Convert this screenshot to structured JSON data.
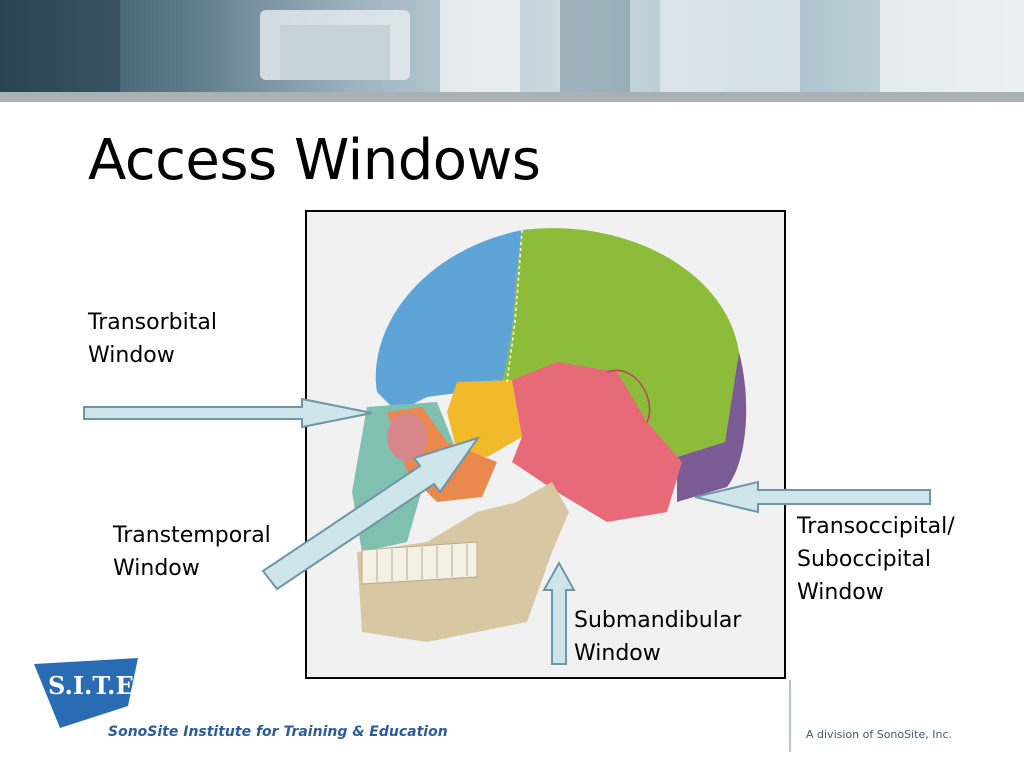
{
  "slide": {
    "title": "Access Windows"
  },
  "labels": {
    "transorbital": [
      "Transorbital",
      "Window"
    ],
    "transtemporal": [
      "Transtemporal",
      "Window"
    ],
    "transoccipital": [
      "Transoccipital/",
      "Suboccipital",
      "Window"
    ],
    "submandibular": [
      "Submandibular",
      "Window"
    ]
  },
  "footer": {
    "logo_mark": "S.I.T.E.",
    "institute": "SonoSite Institute for Training & Education",
    "division": "A division of SonoSite, Inc."
  },
  "colors": {
    "arrow_fill": "#cfe5ec",
    "arrow_stroke": "#6f96a6",
    "logo_blue": "#2a6cb3"
  }
}
